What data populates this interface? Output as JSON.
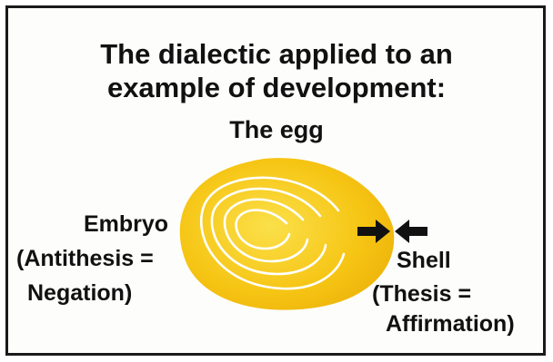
{
  "title_line1": "The dialectic applied to an",
  "title_line2": "example of development:",
  "subtitle": "The egg",
  "left_label": {
    "line1": "Embryo",
    "line2": "(Antithesis =",
    "line3": "Negation)"
  },
  "right_label": {
    "line1": "Shell",
    "line2": "(Thesis =",
    "line3": "Affirmation)"
  },
  "colors": {
    "egg_yellow": "#f6c514",
    "egg_light": "#fbe04a",
    "ring_white": "#ffffff",
    "text": "#111111",
    "frame": "#1a1a1a"
  },
  "icons": [
    "egg-illustration",
    "arrow-right-icon",
    "arrow-left-icon"
  ]
}
